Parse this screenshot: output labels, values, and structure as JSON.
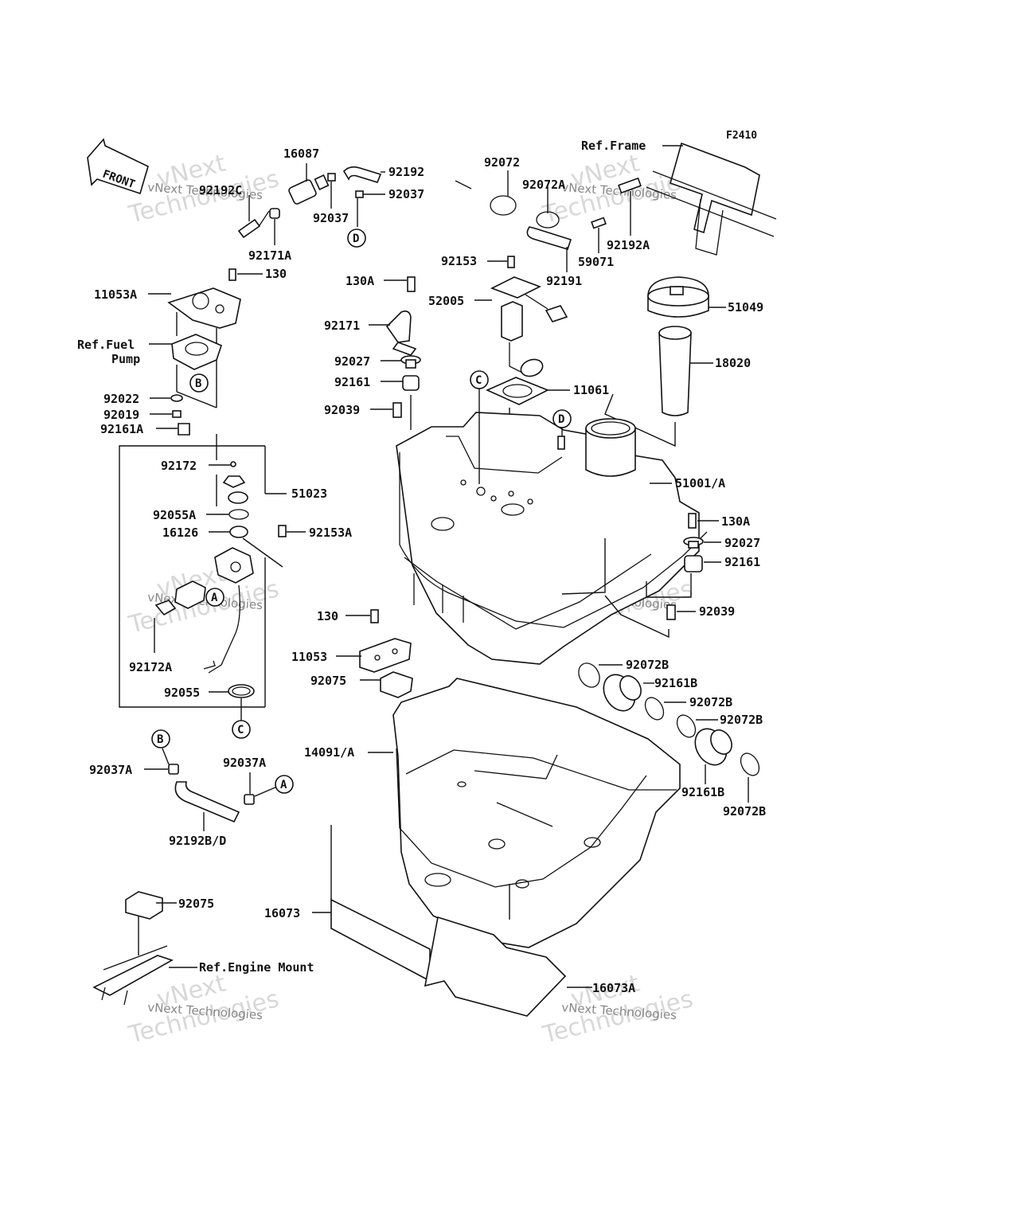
{
  "figure_code": "F2410",
  "front_label": "FRONT",
  "watermark": {
    "line1": "vNext",
    "line2": "Technologies",
    "small": "vNext Technologies"
  },
  "callouts": [
    "A",
    "B",
    "C",
    "D"
  ],
  "part_labels": {
    "p16087": "16087",
    "p92192": "92192",
    "p92192C": "92192C",
    "p92037_top": "92037",
    "p92037_right": "92037",
    "p92171A": "92171A",
    "p92072": "92072",
    "p92072A": "92072A",
    "p92192A": "92192A",
    "p59071": "59071",
    "p92191": "92191",
    "ref_frame": "Ref.Frame",
    "p92153": "92153",
    "p130_top": "130",
    "p130A_top": "130A",
    "p52005": "52005",
    "p51049": "51049",
    "p11053A": "11053A",
    "ref_fuel": "Ref.Fuel",
    "pump": "Pump",
    "p92171": "92171",
    "p92027_top": "92027",
    "p92161_top": "92161",
    "p11061": "11061",
    "p18020": "18020",
    "p92039_top": "92039",
    "p92022": "92022",
    "p92019": "92019",
    "p92161A": "92161A",
    "p92172": "92172",
    "p51023": "51023",
    "p51001A": "51001/A",
    "p92055A": "92055A",
    "p16126": "16126",
    "p92153A": "92153A",
    "p130A_right": "130A",
    "p92027_right": "92027",
    "p92161_right": "92161",
    "p92039_right": "92039",
    "p130_mid": "130",
    "p11053": "11053",
    "p92075_mid": "92075",
    "p92172A": "92172A",
    "p92055": "92055",
    "p92072B_1": "92072B",
    "p92161B_1": "92161B",
    "p92072B_2": "92072B",
    "p92072B_3": "92072B",
    "p92161B_2": "92161B",
    "p92072B_4": "92072B",
    "p14091A": "14091/A",
    "p92037A_left": "92037A",
    "p92037A_right": "92037A",
    "p92192BD": "92192B/D",
    "p92075_bottom": "92075",
    "p16073": "16073",
    "ref_engine_mount": "Ref.Engine Mount",
    "p16073A": "16073A"
  }
}
